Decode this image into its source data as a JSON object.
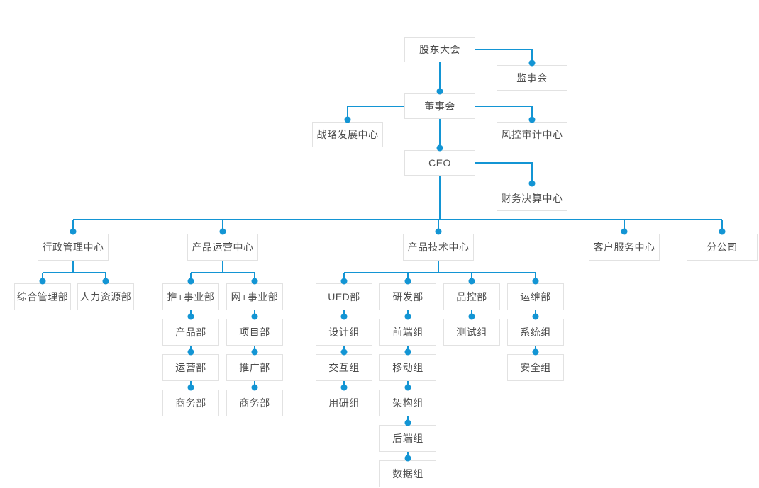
{
  "colors": {
    "accent": "#1395d4",
    "box_border": "#e2e2e2",
    "text": "#4d4d4d",
    "background": "#ffffff"
  },
  "org": {
    "governance": {
      "shareholders": "股东大会",
      "supervisory_board": "监事会",
      "board_of_directors": "董事会",
      "strategy_center": "战略发展中心",
      "risk_audit_center": "风控审计中心",
      "ceo": "CEO",
      "finance_center": "财务决算中心"
    },
    "centers": {
      "admin": "行政管理中心",
      "product_ops": "产品运营中心",
      "product_tech": "产品技术中心",
      "customer_service": "客户服务中心",
      "branch": "分公司"
    },
    "admin_depts": {
      "general": "综合管理部",
      "hr": "人力资源部"
    },
    "ops_tui": {
      "head": "推+事业部",
      "products": "产品部",
      "operations": "运营部",
      "business": "商务部"
    },
    "ops_wang": {
      "head": "网+事业部",
      "projects": "项目部",
      "promotion": "推广部",
      "business": "商务部"
    },
    "tech_ued": {
      "head": "UED部",
      "design": "设计组",
      "interaction": "交互组",
      "research": "用研组"
    },
    "tech_rd": {
      "head": "研发部",
      "frontend": "前端组",
      "mobile": "移动组",
      "architecture": "架构组",
      "backend": "后端组",
      "data": "数据组"
    },
    "tech_qc": {
      "head": "品控部",
      "testing": "测试组"
    },
    "tech_om": {
      "head": "运维部",
      "system": "系统组",
      "security": "安全组"
    }
  }
}
